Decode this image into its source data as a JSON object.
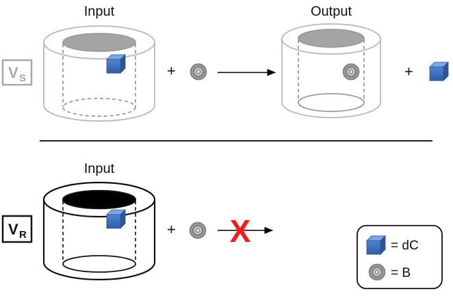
{
  "top_panel": {
    "row_label_main": "V",
    "row_label_sub": "S",
    "input_heading": "Input",
    "output_heading": "Output",
    "plus_1": "+",
    "plus_2": "+"
  },
  "bottom_panel": {
    "row_label_main": "V",
    "row_label_sub": "R",
    "input_heading": "Input",
    "plus_1": "+",
    "block_mark": "X"
  },
  "legend": {
    "items": [
      {
        "icon": "blue-cube-icon",
        "text": "= dC"
      },
      {
        "icon": "gray-bead-icon",
        "text": "= B"
      }
    ]
  },
  "colors": {
    "cube": "#4a7ac4",
    "bead": "#9a9a9a",
    "top_cylinder": "#bdbdbd",
    "bottom_cylinder": "#111111",
    "block_mark": "#ff1a1a"
  }
}
